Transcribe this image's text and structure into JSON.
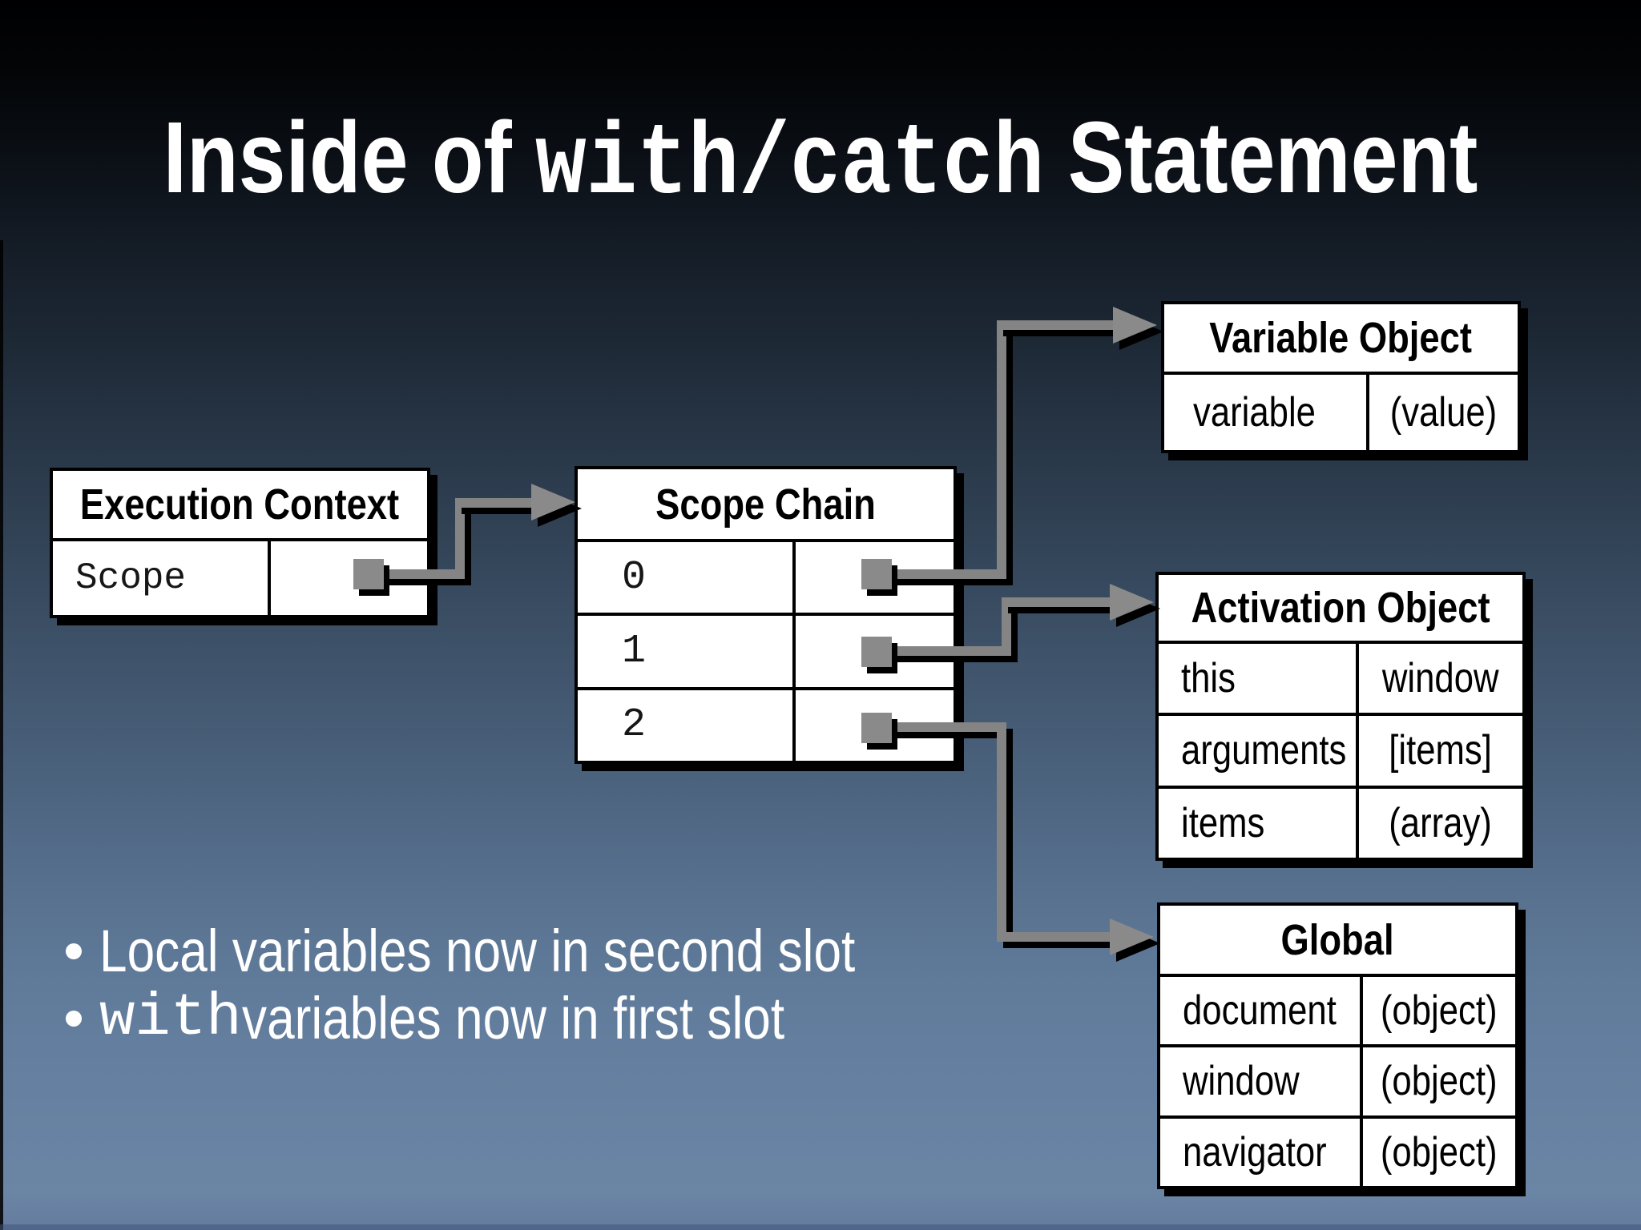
{
  "title": {
    "pre": "Inside of ",
    "code": "with/catch",
    "post": " Statement"
  },
  "boxes": {
    "execution_context": {
      "title": "Execution Context",
      "rows": [
        {
          "label": "Scope",
          "value": ""
        }
      ]
    },
    "scope_chain": {
      "title": "Scope Chain",
      "rows": [
        {
          "label": "0",
          "value": ""
        },
        {
          "label": "1",
          "value": ""
        },
        {
          "label": "2",
          "value": ""
        }
      ]
    },
    "variable_object": {
      "title": "Variable Object",
      "rows": [
        {
          "label": "variable",
          "value": "(value)"
        }
      ]
    },
    "activation_object": {
      "title": "Activation Object",
      "rows": [
        {
          "label": "this",
          "value": "window"
        },
        {
          "label": "arguments",
          "value": "[items]"
        },
        {
          "label": "items",
          "value": "(array)"
        }
      ]
    },
    "global": {
      "title": "Global",
      "rows": [
        {
          "label": "document",
          "value": "(object)"
        },
        {
          "label": "window",
          "value": "(object)"
        },
        {
          "label": "navigator",
          "value": "(object)"
        }
      ]
    }
  },
  "connectors": [
    {
      "from": "Execution Context / Scope",
      "to": "Scope Chain"
    },
    {
      "from": "Scope Chain / 0",
      "to": "Variable Object"
    },
    {
      "from": "Scope Chain / 1",
      "to": "Activation Object"
    },
    {
      "from": "Scope Chain / 2",
      "to": "Global"
    }
  ],
  "bullets": [
    {
      "mono": "",
      "text": "Local variables now in second slot"
    },
    {
      "mono": "with",
      "text": " variables now in first slot"
    }
  ],
  "icons": {
    "square_node": "pointer-origin-square",
    "arrowhead": "right-arrow"
  },
  "colors": {
    "background_top": "#000002",
    "background_bottom": "#6b85a5",
    "box_fill": "#ffffff",
    "box_border": "#000000",
    "connector_gray": "#848484",
    "shadow": "#000000",
    "text_light": "#ffffff",
    "text_dark": "#000000"
  }
}
